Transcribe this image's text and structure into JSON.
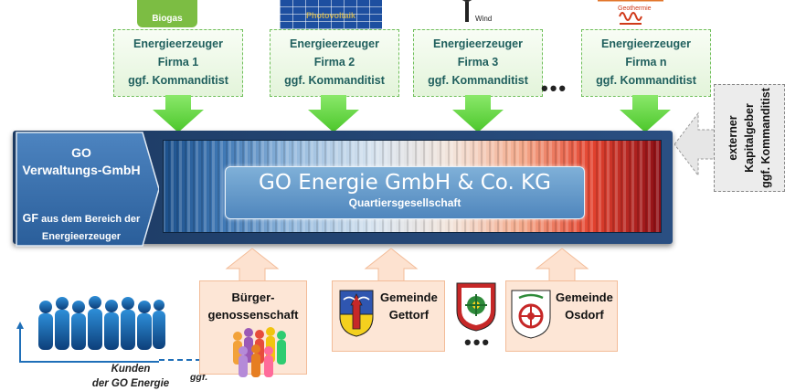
{
  "producers": [
    {
      "line1": "Energieerzeuger",
      "line2": "Firma 1",
      "line3": "ggf. Kommanditist",
      "icon": "biogas-icon",
      "icon_label": "Biogas"
    },
    {
      "line1": "Energieerzeuger",
      "line2": "Firma 2",
      "line3": "ggf. Kommanditist",
      "icon": "solar-panel-icon",
      "icon_label": "Photovoltaik"
    },
    {
      "line1": "Energieerzeuger",
      "line2": "Firma 3",
      "line3": "ggf. Kommanditist",
      "icon": "wind-turbine-icon",
      "icon_label": "Wind"
    },
    {
      "line1": "Energieerzeuger",
      "line2": "Firma n",
      "line3": "ggf. Kommanditist",
      "icon": "geothermal-icon",
      "icon_label": "Geothermie"
    }
  ],
  "producer_ellipsis": "•••",
  "external": {
    "line1": "externer",
    "line2": "Kapitalgeber",
    "line3": "ggf. Kommanditist"
  },
  "management": {
    "line1": "GO",
    "line2": "Verwaltungs-GmbH",
    "gf_bold": "GF",
    "gf_rest": " aus dem Bereich der",
    "gf_line2": "Energieerzeuger"
  },
  "company": {
    "name": "GO Energie GmbH & Co. KG",
    "subtitle": "Quartiersgesellschaft"
  },
  "cooperative": {
    "line1": "Bürger-",
    "line2": "genossenschaft"
  },
  "municipalities": [
    {
      "line1": "Gemeinde",
      "line2": "Gettorf",
      "icon": "gettorf-coat-of-arms-icon"
    },
    {
      "line1": "Gemeinde",
      "line2": "Osdorf",
      "icon": "osdorf-coat-of-arms-icon"
    }
  ],
  "municipality_ellipsis": "•••",
  "customers": {
    "line1": "Kunden",
    "line2": "der GO Energie"
  },
  "ggf_label": "ggf.",
  "colors": {
    "green_arrow": "#63d23f",
    "peach_arrow": "#fbdcc8",
    "navy": "#1d3a62",
    "title_blue": "#5b8fc3",
    "producer_text": "#1f5f5d"
  }
}
